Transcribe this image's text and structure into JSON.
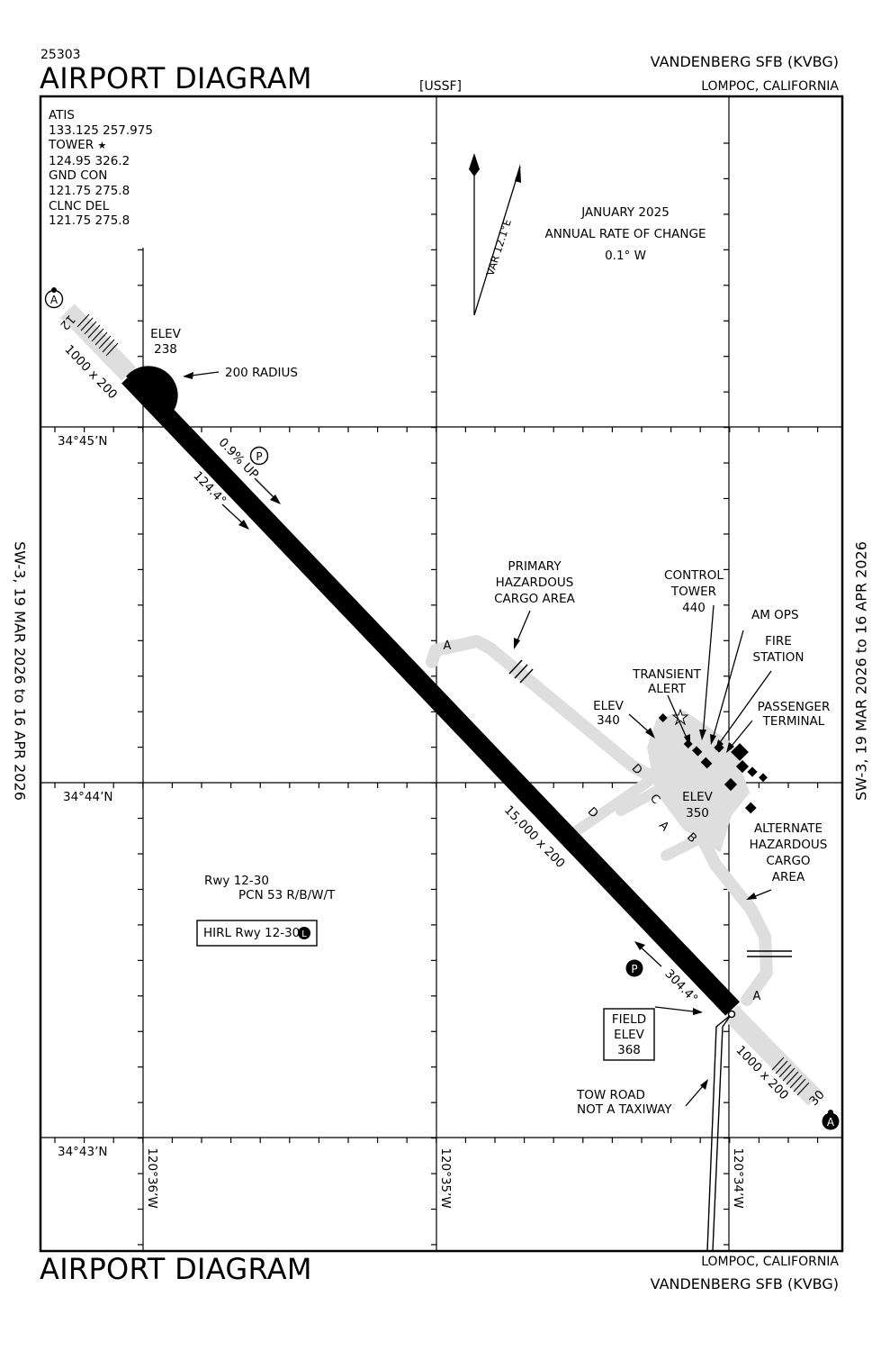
{
  "header": {
    "procedure_number": "25303",
    "title": "AIRPORT DIAGRAM",
    "operator": "[USSF]",
    "airport_name": "VANDENBERG SFB  (KVBG)",
    "location": "LOMPOC, CALIFORNIA"
  },
  "footer": {
    "title": "AIRPORT DIAGRAM",
    "location": "LOMPOC, CALIFORNIA",
    "airport_name": "VANDENBERG SFB  (KVBG)"
  },
  "side_labels": {
    "left": "SW-3,  19 MAR 2026  to  16 APR 2026",
    "right": "SW-3,  19 MAR 2026  to  16 APR 2026"
  },
  "frequencies": {
    "atis_label": "ATIS",
    "atis_freq": "133.125  257.975",
    "tower_label": "TOWER",
    "tower_freq": "124.95  326.2",
    "gnd_label": "GND CON",
    "gnd_freq": "121.75  275.8",
    "clnc_label": "CLNC DEL",
    "clnc_freq": "121.75  275.8"
  },
  "magnetic": {
    "variation": "VAR 12.1°E",
    "date": "JANUARY 2025",
    "rate_label": "ANNUAL RATE OF CHANGE",
    "rate_value": "0.1° W"
  },
  "grid": {
    "lat_45": "34°45’N",
    "lat_44": "34°44’N",
    "lat_43": "34°43’N",
    "lon_36": "120°36’W",
    "lon_35": "120°35’W",
    "lon_34": "120°34’W"
  },
  "runway": {
    "end_12": "12",
    "end_30": "30",
    "overrun_12": "1000 x 200",
    "overrun_30": "1000 x 200",
    "dimensions": "15,000 x 200",
    "heading_12": "124.4°",
    "heading_30": "304.4°",
    "gradient": "0.9% UP",
    "elev_12_label": "ELEV",
    "elev_12_value": "238",
    "radius_label": "200 RADIUS",
    "rwy_label": "Rwy 12-30",
    "pcn": "PCN 53 R/B/W/T",
    "hirl": "HIRL Rwy 12-30"
  },
  "markers": {
    "arrest": "A",
    "parking": "P",
    "lighting": "L"
  },
  "taxiways": {
    "a_west": "A",
    "a_east": "A",
    "a_apron": "A",
    "b": "B",
    "c": "C",
    "d1": "D",
    "d2": "D"
  },
  "labels": {
    "primary_cargo": "PRIMARY\nHAZARDOUS\nCARGO AREA",
    "control_tower": "CONTROL\nTOWER\n440",
    "am_ops": "AM OPS",
    "fire_station": "FIRE\nSTATION",
    "transient_alert": "TRANSIENT\nALERT",
    "elev_340": "ELEV\n340",
    "passenger_terminal": "PASSENGER\nTERMINAL",
    "elev_350": "ELEV\n350",
    "alternate_cargo": "ALTERNATE\nHAZARDOUS\nCARGO\nAREA",
    "field_elev": "FIELD\nELEV\n368",
    "tow_road": "TOW ROAD\nNOT A TAXIWAY"
  },
  "icons": {
    "north_arrow": "north-arrow-icon",
    "tower_star": "star-icon",
    "arrest_gear": "arresting-gear-icon",
    "parking": "parking-icon",
    "lighting": "lighting-icon"
  }
}
